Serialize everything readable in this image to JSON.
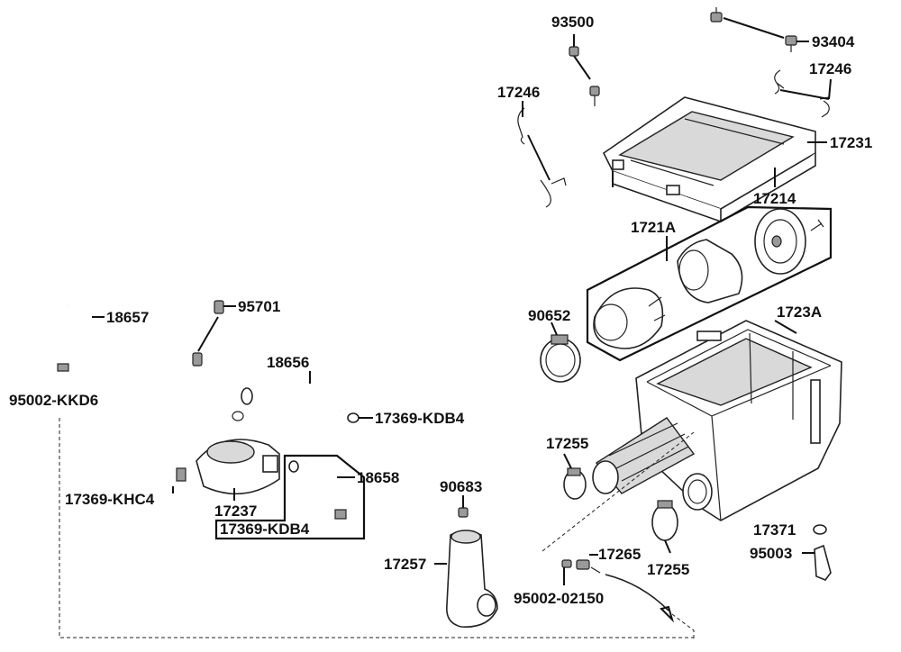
{
  "callouts": {
    "p93500": "93500",
    "p93404": "93404",
    "p17246a": "17246",
    "p17246b": "17246",
    "p17231": "17231",
    "p17214": "17214",
    "p1721A": "1721A",
    "p90652": "90652",
    "p1723A": "1723A",
    "p18657": "18657",
    "p95701": "95701",
    "p18656": "18656",
    "p95002KKD6": "95002-KKD6",
    "p17369KDB4a": "17369-KDB4",
    "p17369KDB4b": "17369-KDB4",
    "p18658": "18658",
    "p17369KHC4": "17369-KHC4",
    "p17237": "17237",
    "p90683": "90683",
    "p17257": "17257",
    "p17255a": "17255",
    "p17255b": "17255",
    "p17265": "17265",
    "p95002_02150": "95002-02150",
    "p17371": "17371",
    "p95003": "95003"
  }
}
